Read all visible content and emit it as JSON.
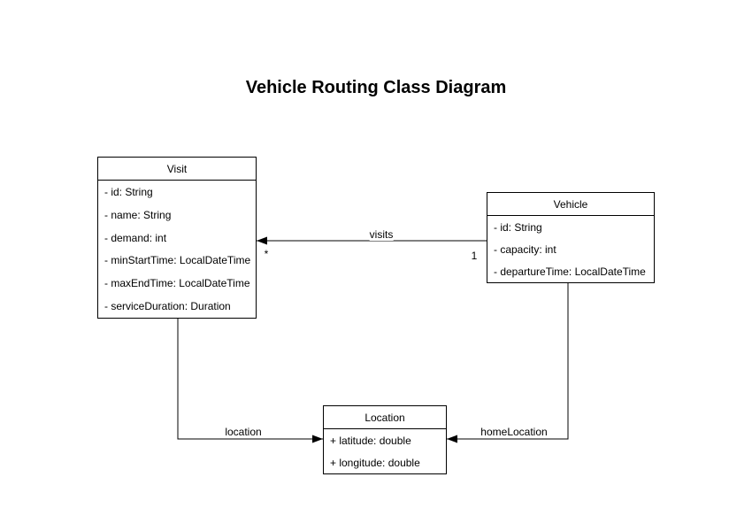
{
  "title": "Vehicle Routing Class Diagram",
  "classes": [
    {
      "name": "Visit",
      "attributes": [
        "- id: String",
        "- name: String",
        "- demand: int",
        "- minStartTime: LocalDateTime",
        "- maxEndTime: LocalDateTime",
        "- serviceDuration: Duration"
      ]
    },
    {
      "name": "Vehicle",
      "attributes": [
        "- id: String",
        "- capacity: int",
        "- departureTime: LocalDateTime"
      ]
    },
    {
      "name": "Location",
      "attributes": [
        "+ latitude: double",
        "+ longitude: double"
      ]
    }
  ],
  "associations": [
    {
      "label": "visits",
      "from": "Vehicle",
      "to": "Visit",
      "source_multiplicity": "1",
      "target_multiplicity": "*"
    },
    {
      "label": "location",
      "from": "Visit",
      "to": "Location"
    },
    {
      "label": "homeLocation",
      "from": "Vehicle",
      "to": "Location"
    }
  ],
  "colors": {
    "stroke": "#000000",
    "background": "#ffffff",
    "text": "#000000"
  }
}
